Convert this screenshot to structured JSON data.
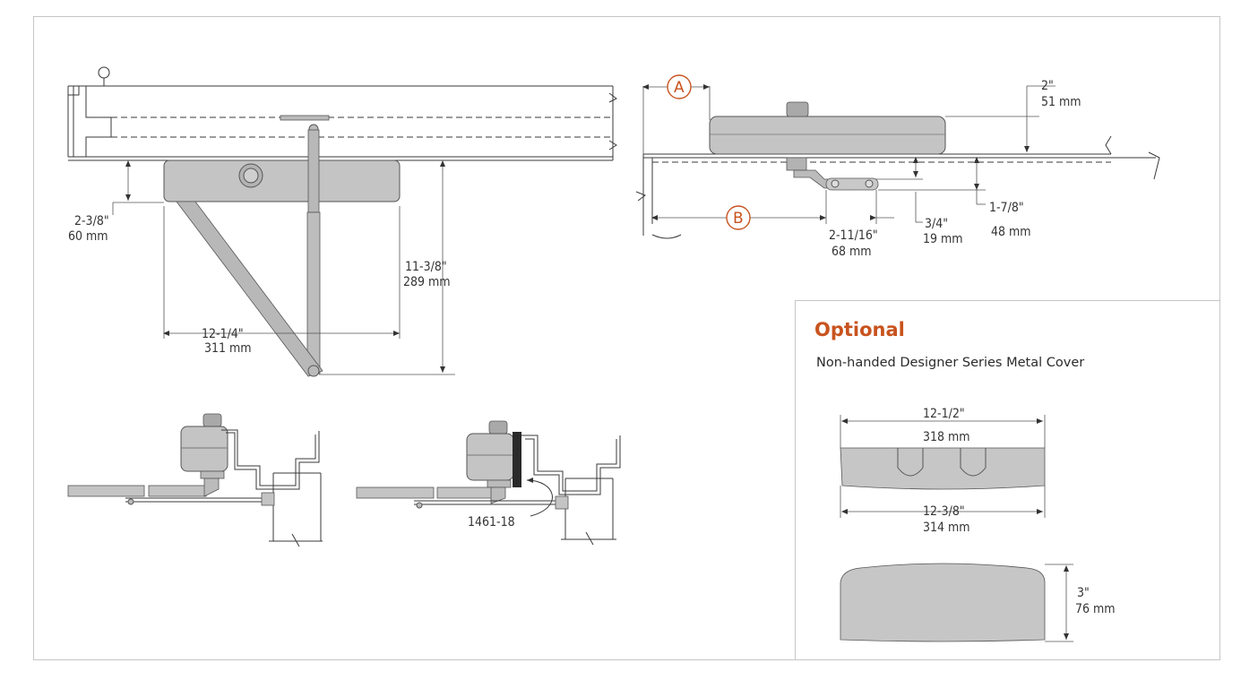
{
  "top_left_view": {
    "dim_height": {
      "line1": "2-3/8\"",
      "line2": "60 mm"
    },
    "dim_width": {
      "line1": "12-1/4\"",
      "line2": "311 mm"
    },
    "dim_depth": {
      "line1": "11-3/8\"",
      "line2": "289 mm"
    }
  },
  "top_right_view": {
    "callout_a": "A",
    "callout_b": "B",
    "dim_body": {
      "line1": "2\"",
      "line2": "51 mm"
    },
    "dim_shoe_width": {
      "line1": "2-11/16\"",
      "line2": "68 mm"
    },
    "dim_shoe_offset": {
      "line1": "3/4\"",
      "line2": "19 mm"
    },
    "dim_shoe_height": {
      "line1": "1-7/8\"",
      "line2": "48 mm"
    }
  },
  "bottom_left_views": {
    "part_label": "1461-18"
  },
  "optional_panel": {
    "title": "Optional",
    "subtitle": "Non-handed Designer Series Metal Cover",
    "dim_top_width": {
      "line1": "12-1/2\"",
      "line2": "318 mm"
    },
    "dim_bottom_width": {
      "line1": "12-3/8\"",
      "line2": "314 mm"
    },
    "dim_height": {
      "line1": "3\"",
      "line2": "76 mm"
    }
  },
  "colors": {
    "accent": "#c8531e",
    "frame": "#c6c6c6",
    "body": "#c4c4c4"
  }
}
